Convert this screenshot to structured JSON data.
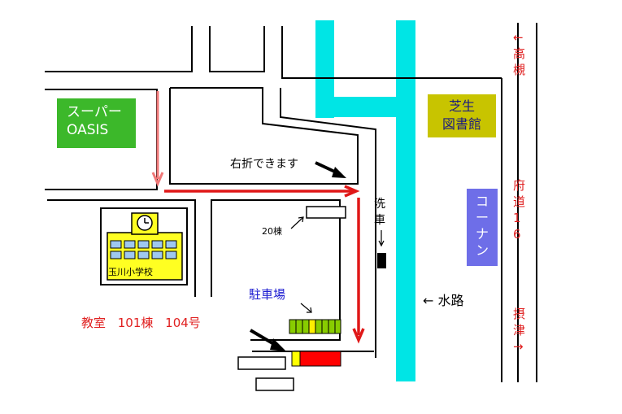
{
  "map": {
    "supermarket": {
      "line1": "スーパー",
      "line2": "OASIS"
    },
    "library": {
      "line1": "芝生",
      "line2": "図書館"
    },
    "konan": "コーナン",
    "school": "玉川小学校",
    "right_turn": "右折できます",
    "car_wash": "洗車",
    "building_20": "20棟",
    "parking": "駐車場",
    "classroom": "教室 101棟 104号",
    "waterway": "← 水路",
    "dir_takatsuki": "← 高槻",
    "route_16": "府道16",
    "dir_settsu": "摂津 →",
    "colors": {
      "water": "#00e5e5",
      "route": "#e01818",
      "route_light": "#f07878",
      "parking": "#88cc00"
    }
  }
}
